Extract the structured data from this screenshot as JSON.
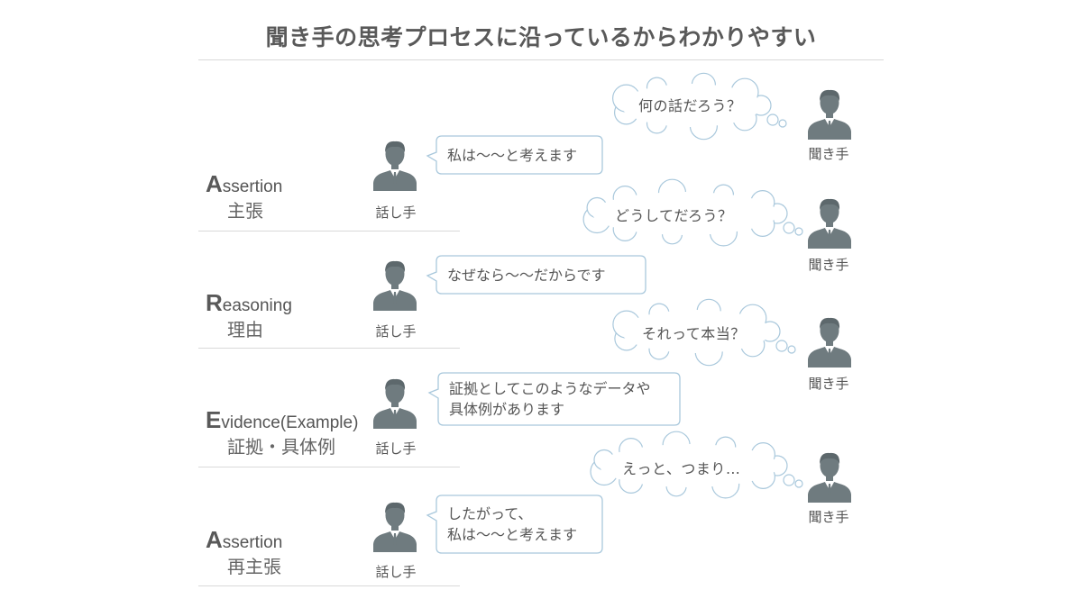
{
  "title": "聞き手の思考プロセスに沿っているからわかりやすい",
  "colors": {
    "figure": "#6f7b7f",
    "bubble_border": "#a9c8dc",
    "text": "#555555"
  },
  "steps": [
    {
      "initial": "A",
      "rest": "ssertion",
      "ja": "主張"
    },
    {
      "initial": "R",
      "rest": "easoning",
      "ja": "理由"
    },
    {
      "initial": "E",
      "rest": "vidence(Example)",
      "ja": "証拠・具体例"
    },
    {
      "initial": "A",
      "rest": "ssertion",
      "ja": "再主張"
    }
  ],
  "speaker_label": "話し手",
  "listener_label": "聞き手",
  "speaker_lines": [
    [
      "私は～～と考えます"
    ],
    [
      "なぜなら～～だからです"
    ],
    [
      "証拠としてこのようなデータや",
      "具体例があります"
    ],
    [
      "したがって、",
      "私は～～と考えます"
    ]
  ],
  "listener_thoughts": [
    "何の話だろう？",
    "どうしてだろう？",
    "それって本当？",
    "えっと、つまり…"
  ],
  "icons": {
    "speaker": "businessman-icon",
    "listener": "businessman-icon"
  }
}
